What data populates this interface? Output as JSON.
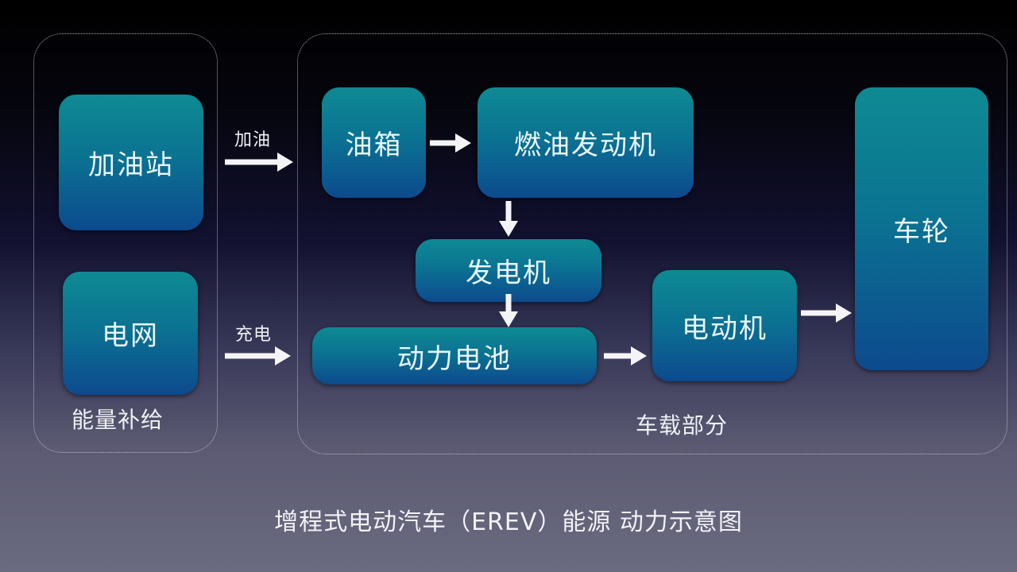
{
  "diagram": {
    "caption": "增程式电动汽车（EREV）能源 动力示意图",
    "groups": {
      "energy_supply": {
        "label": "能量补给"
      },
      "on_vehicle": {
        "label": "车载部分"
      }
    },
    "nodes": {
      "gas_station": "加油站",
      "power_grid": "电网",
      "fuel_tank": "油箱",
      "fuel_engine": "燃油发动机",
      "generator": "发电机",
      "power_battery": "动力电池",
      "electric_motor": "电动机",
      "wheels": "车轮"
    },
    "edges": [
      {
        "from": "gas_station",
        "to": "fuel_tank",
        "label": "加油"
      },
      {
        "from": "power_grid",
        "to": "power_battery",
        "label": "充电"
      },
      {
        "from": "fuel_tank",
        "to": "fuel_engine",
        "label": ""
      },
      {
        "from": "fuel_engine",
        "to": "generator",
        "label": ""
      },
      {
        "from": "generator",
        "to": "power_battery",
        "label": ""
      },
      {
        "from": "power_battery",
        "to": "electric_motor",
        "label": ""
      },
      {
        "from": "electric_motor",
        "to": "wheels",
        "label": ""
      }
    ],
    "edge_labels": {
      "refuel": "加油",
      "charge": "充电"
    },
    "colors": {
      "node_top": "#0e8a93",
      "node_bottom": "#0c4a8e",
      "arrow": "#f4f4f6",
      "group_border": "#dcdce6"
    }
  }
}
